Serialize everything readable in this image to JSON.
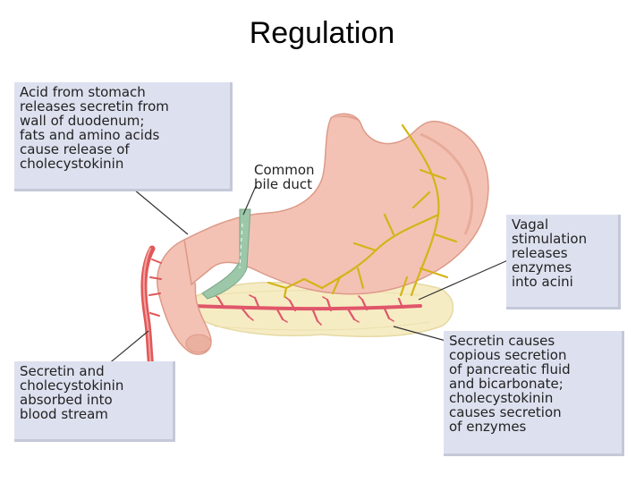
{
  "title": "Regulation",
  "labels": {
    "acid": [
      "Acid from stomach",
      "releases secretin from",
      "wall of duodenum;",
      "fats and amino acids",
      "cause release of",
      "cholecystokinin"
    ],
    "bile_duct": [
      "Common",
      "bile duct"
    ],
    "vagal": [
      "Vagal",
      "stimulation",
      "releases",
      "enzymes",
      "into acini"
    ],
    "secretin_causes": [
      "Secretin causes",
      "copious secretion",
      "of pancreatic fluid",
      "and bicarbonate;",
      "cholecystokinin",
      "causes secretion",
      "of enzymes"
    ],
    "absorbed": [
      "Secretin and",
      "cholecystokinin",
      "absorbed into",
      "blood stream"
    ]
  },
  "colors": {
    "stomach": "#f3c2b4",
    "stomach_shadow": "#dd9a88",
    "nerve": "#d4b417",
    "pancreas": "#f6ecc4",
    "duct_red": "#e0566a",
    "blood_vessel": "#e05858",
    "bile_duct": "#9cc7a8",
    "callout_bg": "#dde1ef"
  }
}
